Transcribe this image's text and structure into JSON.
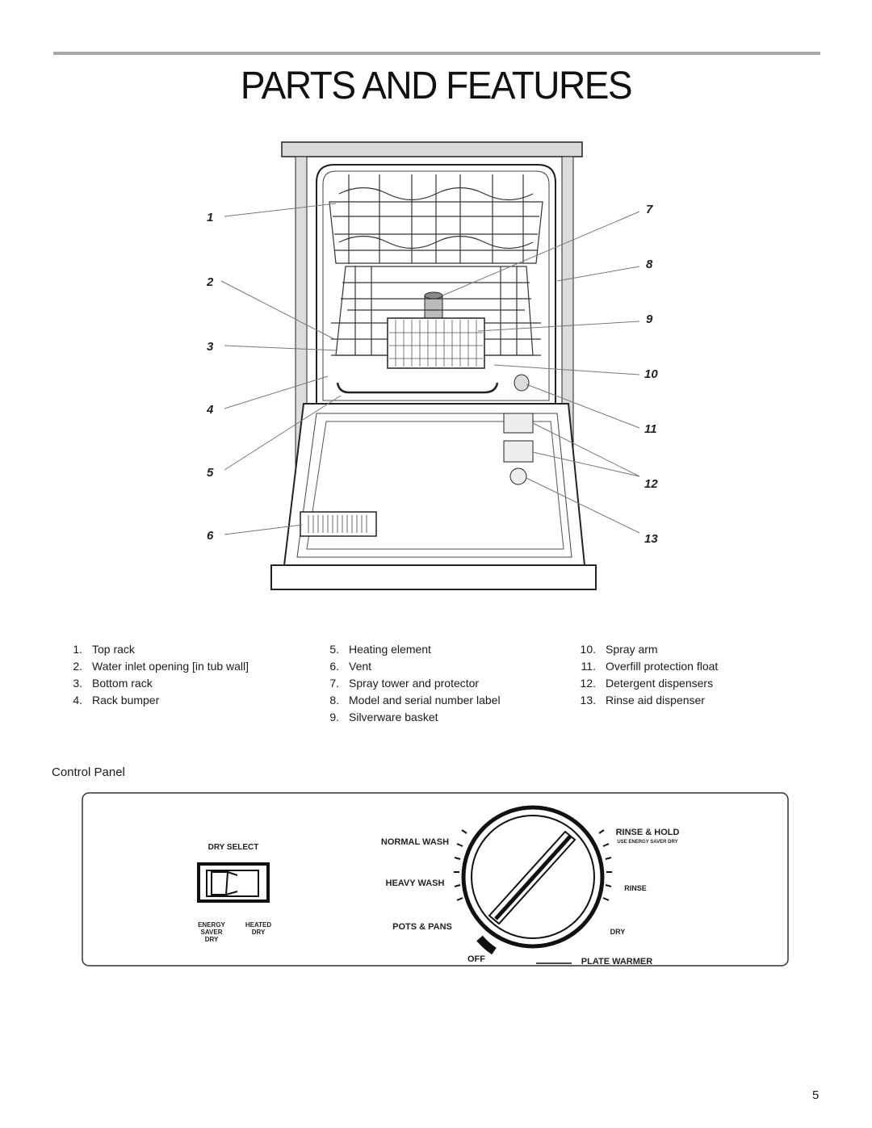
{
  "title": "PARTS AND FEATURES",
  "callouts": [
    "1",
    "2",
    "3",
    "4",
    "5",
    "6",
    "7",
    "8",
    "9",
    "10",
    "11",
    "12",
    "13"
  ],
  "parts": {
    "col1": [
      {
        "num": "1.",
        "label": "Top rack"
      },
      {
        "num": "2.",
        "label": "Water inlet opening [in tub wall]"
      },
      {
        "num": "3.",
        "label": "Bottom rack"
      },
      {
        "num": "4.",
        "label": "Rack bumper"
      }
    ],
    "col2": [
      {
        "num": "5.",
        "label": "Heating element"
      },
      {
        "num": "6.",
        "label": "Vent"
      },
      {
        "num": "7.",
        "label": "Spray tower and protector"
      },
      {
        "num": "8.",
        "label": "Model and serial number label"
      },
      {
        "num": "9.",
        "label": "Silverware basket"
      }
    ],
    "col3": [
      {
        "num": "10.",
        "label": "Spray arm"
      },
      {
        "num": "11.",
        "label": "Overfill protection float"
      },
      {
        "num": "12.",
        "label": "Detergent dispensers"
      },
      {
        "num": "13.",
        "label": "Rinse aid dispenser"
      }
    ]
  },
  "control_panel": {
    "heading": "Control Panel",
    "dry_select": "DRY SELECT",
    "energy_lines": [
      "ENERGY",
      "SAVER",
      "DRY"
    ],
    "heated_lines": [
      "HEATED",
      "DRY"
    ],
    "left_labels": [
      "NORMAL WASH",
      "HEAVY WASH",
      "POTS & PANS",
      "OFF"
    ],
    "rinse_hold": "RINSE & HOLD",
    "rinse_hold_note": "USE ENERGY SAVER DRY",
    "right_labels": [
      "RINSE",
      "DRY",
      "PLATE WARMER"
    ]
  },
  "page_number": "5"
}
